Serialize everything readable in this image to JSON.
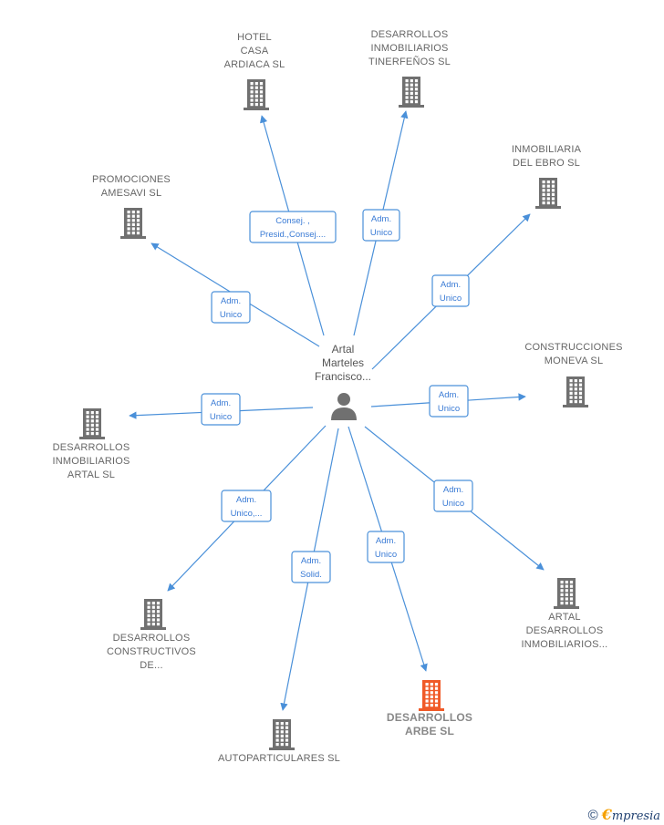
{
  "colors": {
    "building": "#707070",
    "highlight": "#f05a28",
    "edge": "#4a90d9",
    "person": "#707070"
  },
  "center": {
    "label_lines": [
      "Artal",
      "Marteles",
      "Francisco..."
    ]
  },
  "companies": [
    {
      "id": "hotel",
      "label_lines": [
        "HOTEL",
        "CASA",
        "ARDIACA SL"
      ],
      "role_lines": [
        "Consej. ,",
        "Presid.,Consej...."
      ]
    },
    {
      "id": "tinerfenos",
      "label_lines": [
        "DESARROLLOS",
        "INMOBILIARIOS",
        "TINERFEÑOS SL"
      ],
      "role_lines": [
        "Adm.",
        "Unico"
      ]
    },
    {
      "id": "ebro",
      "label_lines": [
        "INMOBILIARIA",
        "DEL EBRO SL"
      ],
      "role_lines": [
        "Adm.",
        "Unico"
      ]
    },
    {
      "id": "amesavi",
      "label_lines": [
        "PROMOCIONES",
        "AMESAVI  SL"
      ],
      "role_lines": [
        "Adm.",
        "Unico"
      ]
    },
    {
      "id": "moneva",
      "label_lines": [
        "CONSTRUCCIONES",
        "MONEVA SL"
      ],
      "role_lines": [
        "Adm.",
        "Unico"
      ]
    },
    {
      "id": "artal_inm",
      "label_lines": [
        "DESARROLLOS",
        "INMOBILIARIOS",
        "ARTAL SL"
      ],
      "role_lines": [
        "Adm.",
        "Unico"
      ]
    },
    {
      "id": "artal_des",
      "label_lines": [
        "ARTAL",
        "DESARROLLOS",
        "INMOBILIARIOS..."
      ],
      "role_lines": [
        "Adm.",
        "Unico"
      ]
    },
    {
      "id": "constructivos",
      "label_lines": [
        "DESARROLLOS",
        "CONSTRUCTIVOS",
        "DE..."
      ],
      "role_lines": [
        "Adm.",
        "Unico,..."
      ]
    },
    {
      "id": "arbe",
      "label_lines": [
        "DESARROLLOS",
        "ARBE SL"
      ],
      "role_lines": [
        "Adm.",
        "Unico"
      ],
      "highlight": true
    },
    {
      "id": "autopart",
      "label_lines": [
        "AUTOPARTICULARES SL"
      ],
      "role_lines": [
        "Adm.",
        "Solid."
      ]
    }
  ],
  "footer": {
    "copyright": "©",
    "brand_first": "€",
    "brand_rest": "mpresia"
  }
}
